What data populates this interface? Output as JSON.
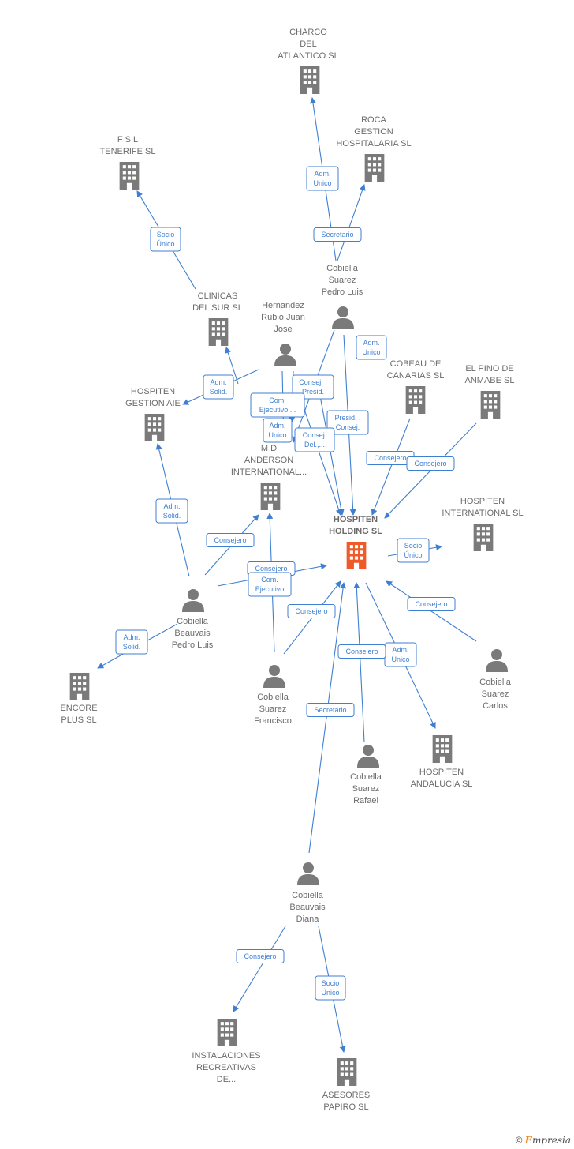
{
  "colors": {
    "edge": "#3f7fd1",
    "node": "#7a7a7a",
    "focus_node": "#f05a28",
    "label": "#6b6b6b"
  },
  "nodes": [
    {
      "id": "charco",
      "type": "company",
      "lines": [
        "CHARCO",
        "DEL",
        "ATLANTICO SL"
      ]
    },
    {
      "id": "roca",
      "type": "company",
      "lines": [
        "ROCA",
        "GESTION",
        "HOSPITALARIA SL"
      ]
    },
    {
      "id": "fsl",
      "type": "company",
      "lines": [
        "F S L",
        "TENERIFE SL"
      ]
    },
    {
      "id": "clinicas",
      "type": "company",
      "lines": [
        "CLINICAS",
        "DEL SUR SL"
      ]
    },
    {
      "id": "hgestion",
      "type": "company",
      "lines": [
        "HOSPITEN",
        "GESTION AIE"
      ]
    },
    {
      "id": "cobeau",
      "type": "company",
      "lines": [
        "COBEAU DE",
        "CANARIAS SL"
      ]
    },
    {
      "id": "pino",
      "type": "company",
      "lines": [
        "EL PINO DE",
        "ANMABE SL"
      ]
    },
    {
      "id": "mdanderson",
      "type": "company",
      "lines": [
        "M D",
        "ANDERSON",
        "INTERNATIONAL..."
      ]
    },
    {
      "id": "hholding",
      "type": "focus",
      "lines": [
        "HOSPITEN",
        "HOLDING SL"
      ]
    },
    {
      "id": "hinternational",
      "type": "company",
      "lines": [
        "HOSPITEN",
        "INTERNATIONAL SL"
      ]
    },
    {
      "id": "encore",
      "type": "company",
      "lines": [
        "ENCORE",
        "PLUS SL"
      ]
    },
    {
      "id": "handalucia",
      "type": "company",
      "lines": [
        "HOSPITEN",
        "ANDALUCIA SL"
      ]
    },
    {
      "id": "instalaciones",
      "type": "company",
      "lines": [
        "INSTALACIONES",
        "RECREATIVAS",
        "DE..."
      ]
    },
    {
      "id": "asesores",
      "type": "company",
      "lines": [
        "ASESORES",
        "PAPIRO SL"
      ]
    },
    {
      "id": "pedroluis_s",
      "type": "person",
      "lines": [
        "Cobiella",
        "Suarez",
        "Pedro Luis"
      ]
    },
    {
      "id": "hernandez",
      "type": "person",
      "lines": [
        "Hernandez",
        "Rubio Juan",
        "Jose"
      ]
    },
    {
      "id": "pedroluis_b",
      "type": "person",
      "lines": [
        "Cobiella",
        "Beauvais",
        "Pedro Luis"
      ]
    },
    {
      "id": "francisco",
      "type": "person",
      "lines": [
        "Cobiella",
        "Suarez",
        "Francisco"
      ]
    },
    {
      "id": "carlos",
      "type": "person",
      "lines": [
        "Cobiella",
        "Suarez",
        "Carlos"
      ]
    },
    {
      "id": "rafael",
      "type": "person",
      "lines": [
        "Cobiella",
        "Suarez",
        "Rafael"
      ]
    },
    {
      "id": "diana",
      "type": "person",
      "lines": [
        "Cobiella",
        "Beauvais",
        "Diana"
      ]
    }
  ],
  "relations": [
    {
      "id": "r1",
      "lines": [
        "Adm.",
        "Unico"
      ]
    },
    {
      "id": "r2",
      "lines": [
        "Secretario"
      ]
    },
    {
      "id": "r3",
      "lines": [
        "Socio",
        "Único"
      ]
    },
    {
      "id": "r4",
      "lines": [
        "Adm.",
        "Solid."
      ]
    },
    {
      "id": "r5",
      "lines": [
        "Adm.",
        "Unico"
      ]
    },
    {
      "id": "r6",
      "lines": [
        "Consej. ,",
        "Presid."
      ]
    },
    {
      "id": "r7",
      "lines": [
        "Com.",
        "Ejecutivo,..."
      ]
    },
    {
      "id": "r8",
      "lines": [
        "Adm.",
        "Unico"
      ]
    },
    {
      "id": "r9",
      "lines": [
        "Presid. ,",
        "Consej."
      ]
    },
    {
      "id": "r10",
      "lines": [
        "Consej.",
        "Del.,..."
      ]
    },
    {
      "id": "r11",
      "lines": [
        "Consejero"
      ]
    },
    {
      "id": "r12",
      "lines": [
        "Consejero"
      ]
    },
    {
      "id": "r13",
      "lines": [
        "Adm.",
        "Solid."
      ]
    },
    {
      "id": "r14",
      "lines": [
        "Consejero"
      ]
    },
    {
      "id": "r15",
      "lines": [
        "Consejero"
      ]
    },
    {
      "id": "r16",
      "lines": [
        "Com.",
        "Ejecutivo"
      ]
    },
    {
      "id": "r17",
      "lines": [
        "Socio",
        "Único"
      ]
    },
    {
      "id": "r18",
      "lines": [
        "Consejero"
      ]
    },
    {
      "id": "r19",
      "lines": [
        "Consejero"
      ]
    },
    {
      "id": "r20",
      "lines": [
        "Adm.",
        "Unico"
      ]
    },
    {
      "id": "r21",
      "lines": [
        "Consejero"
      ]
    },
    {
      "id": "r22",
      "lines": [
        "Adm.",
        "Solid."
      ]
    },
    {
      "id": "r23",
      "lines": [
        "Secretario"
      ]
    },
    {
      "id": "r24",
      "lines": [
        "Consejero"
      ]
    },
    {
      "id": "r25",
      "lines": [
        "Socio",
        "Único"
      ]
    }
  ],
  "footer": {
    "symbol": "©",
    "brand_initial": "E",
    "brand_rest": "mpresia"
  }
}
